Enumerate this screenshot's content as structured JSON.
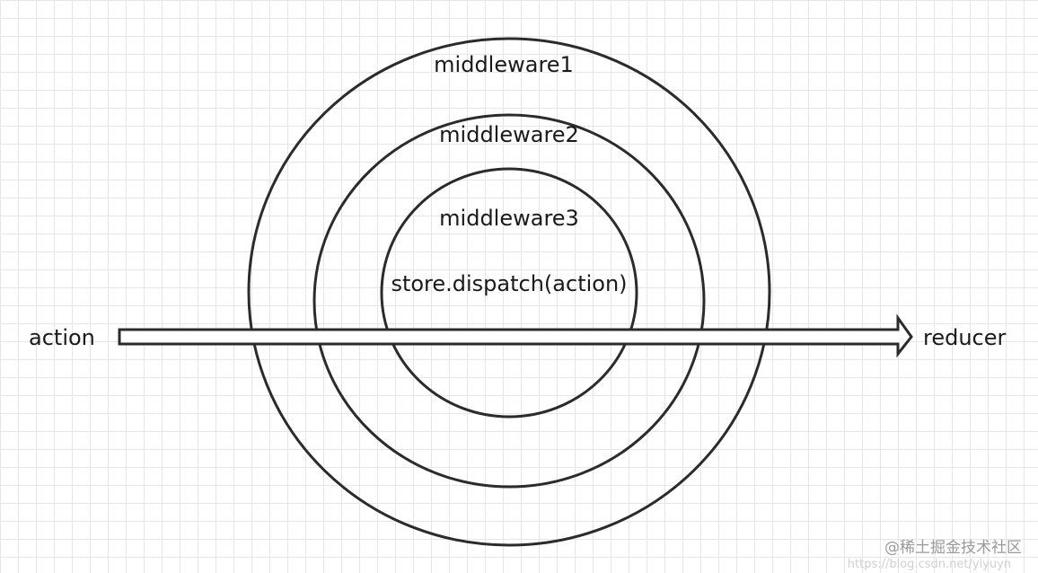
{
  "diagram": {
    "rings": [
      {
        "label": "middleware1"
      },
      {
        "label": "middleware2"
      },
      {
        "label": "middleware3"
      }
    ],
    "core_label": "store.dispatch(action)",
    "input_label": "action",
    "output_label": "reducer"
  },
  "watermark": {
    "text": "@稀土掘金技术社区",
    "url": "https://blog.csdn.net/yiyuyn"
  }
}
